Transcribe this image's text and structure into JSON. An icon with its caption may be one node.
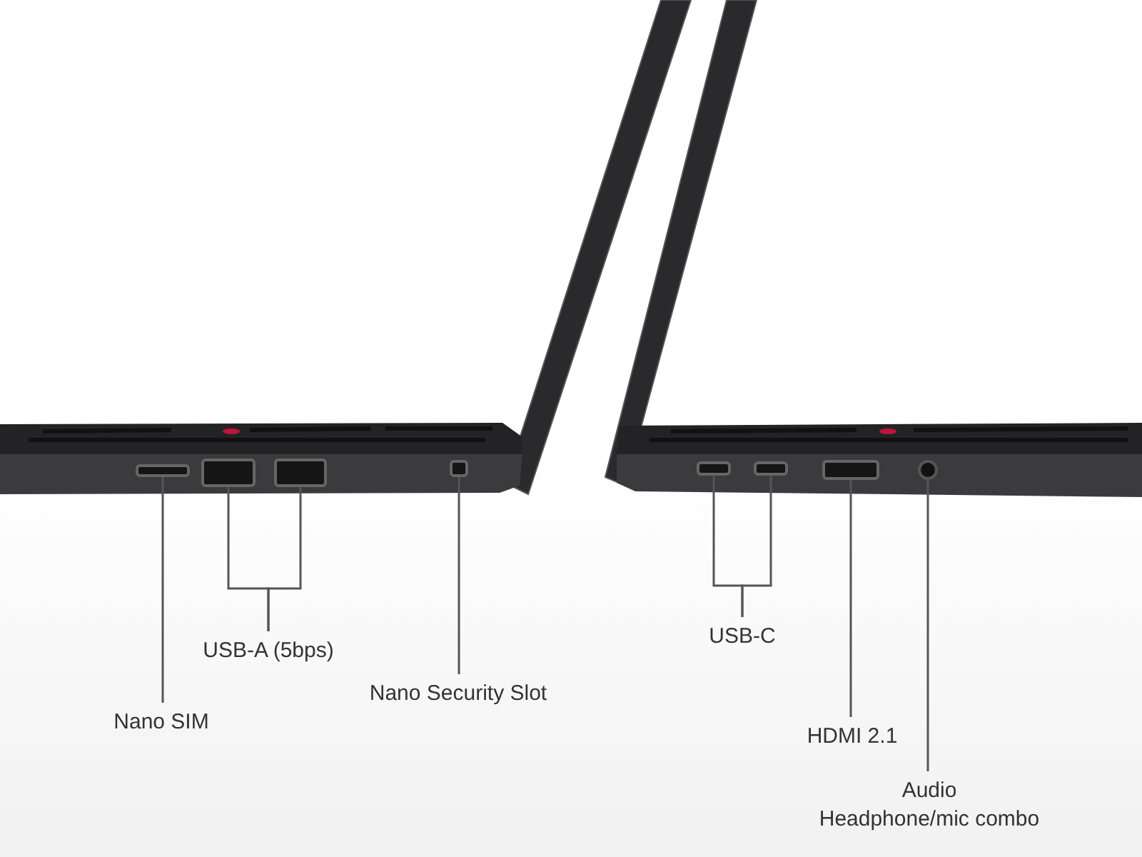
{
  "diagram": {
    "nodes": [
      {
        "text": [
          "Nano SIM"
        ]
      },
      {
        "text": [
          "USB-A (5bps)"
        ]
      },
      {
        "text": [
          "Nano Security Slot"
        ]
      },
      {
        "text": [
          "USB-C"
        ]
      },
      {
        "text": [
          "HDMI 2.1"
        ]
      },
      {
        "text": [
          "Audio",
          "Headphone/mic combo"
        ]
      },
      {
        "text": [],
        "shape": "box"
      },
      {
        "text": [],
        "shape": "box"
      },
      {
        "text": [],
        "shape": "box"
      },
      {
        "text": [],
        "shape": "box"
      },
      {
        "text": [],
        "shape": "box"
      },
      {
        "text": [],
        "shape": "box"
      },
      {
        "text": [],
        "shape": "box"
      },
      {
        "text": [],
        "shape": "circle"
      }
    ],
    "edges": [
      {
        "from": 0,
        "to": 6,
        "arrow": "none"
      },
      {
        "from": 1,
        "to": 7,
        "arrow": "none"
      },
      {
        "from": 1,
        "to": 8,
        "arrow": "none"
      },
      {
        "from": 2,
        "to": 9,
        "arrow": "none"
      },
      {
        "from": 3,
        "to": 10,
        "arrow": "none"
      },
      {
        "from": 3,
        "to": 11,
        "arrow": "none"
      },
      {
        "from": 4,
        "to": 12,
        "arrow": "none"
      },
      {
        "from": 5,
        "to": 13,
        "arrow": "none"
      }
    ]
  }
}
